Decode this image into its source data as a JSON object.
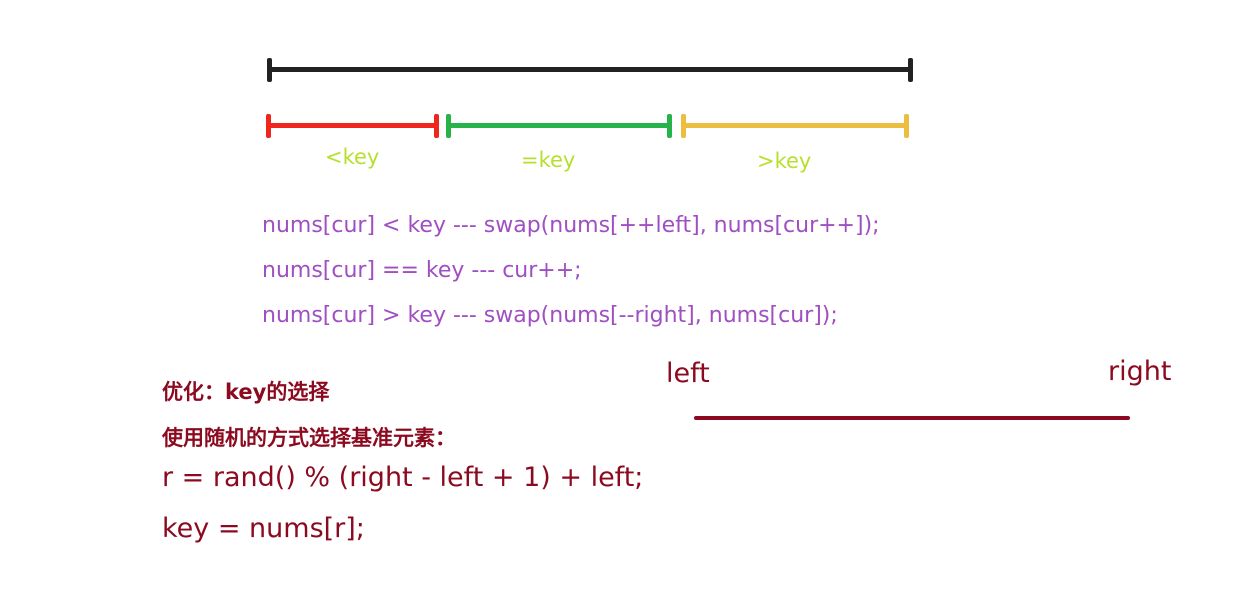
{
  "diagram": {
    "colors": {
      "full_range": "#222222",
      "less": "#f0251b",
      "equal": "#27b34a",
      "greater": "#ecbd3f",
      "range_label": "#b7e02e",
      "code": "#a04fc2",
      "note": "#8b0a1f"
    },
    "range_labels": {
      "less": "<key",
      "equal": "=key",
      "greater": ">key"
    },
    "code_lines": [
      "nums[cur] < key --- swap(nums[++left], nums[cur++]);",
      "nums[cur] == key ---  cur++;",
      "nums[cur] > key --- swap(nums[--right], nums[cur]);"
    ],
    "notes": {
      "title": "优化：key的选择",
      "subtitle": "使用随机的方式选择基准元素：",
      "formula_r": "r = rand() % (right - left + 1) + left;",
      "formula_key": "key = nums[r];"
    },
    "pointers": {
      "left": "left",
      "right": "right"
    }
  }
}
